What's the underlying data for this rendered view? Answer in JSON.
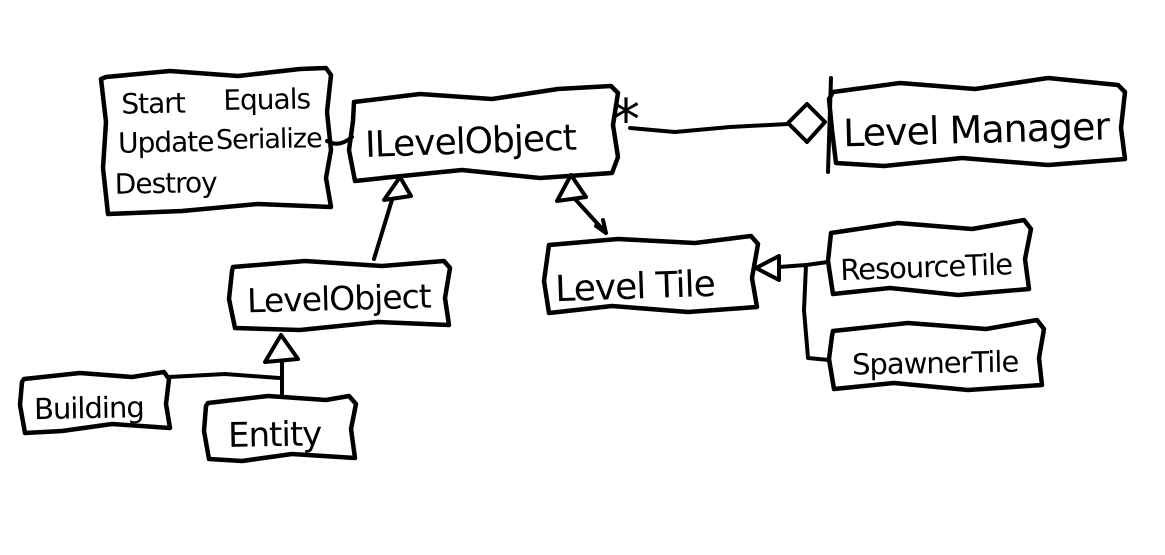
{
  "diagram": {
    "background_color": "#ffffff",
    "ink_color": "#000000",
    "nodes": {
      "methods_note": {
        "columns": [
          [
            "Start",
            "Update",
            "Destroy"
          ],
          [
            "Equals",
            "Serialize"
          ]
        ]
      },
      "ilevelobject": {
        "label": "ILevelObject"
      },
      "level_manager": {
        "label": "Level Manager"
      },
      "level_object": {
        "label": "LevelObject"
      },
      "level_tile": {
        "label": "Level Tile"
      },
      "resource_tile": {
        "label": "ResourceTile"
      },
      "spawner_tile": {
        "label": "SpawnerTile"
      },
      "building": {
        "label": "Building"
      },
      "entity": {
        "label": "Entity"
      }
    },
    "relations": {
      "aggregation": {
        "type": "aggregation",
        "part": "ILevelObject",
        "whole": "Level Manager",
        "multiplicity": "*"
      },
      "inheritance": [
        {
          "child": "LevelObject",
          "parent": "ILevelObject"
        },
        {
          "child": "Level Tile",
          "parent": "ILevelObject"
        },
        {
          "child": "ResourceTile",
          "parent": "Level Tile"
        },
        {
          "child": "SpawnerTile",
          "parent": "Level Tile"
        },
        {
          "child": "Building",
          "parent": "LevelObject"
        },
        {
          "child": "Entity",
          "parent": "LevelObject"
        }
      ],
      "note_attachment": {
        "note": "methods_note",
        "target": "ILevelObject"
      }
    }
  }
}
